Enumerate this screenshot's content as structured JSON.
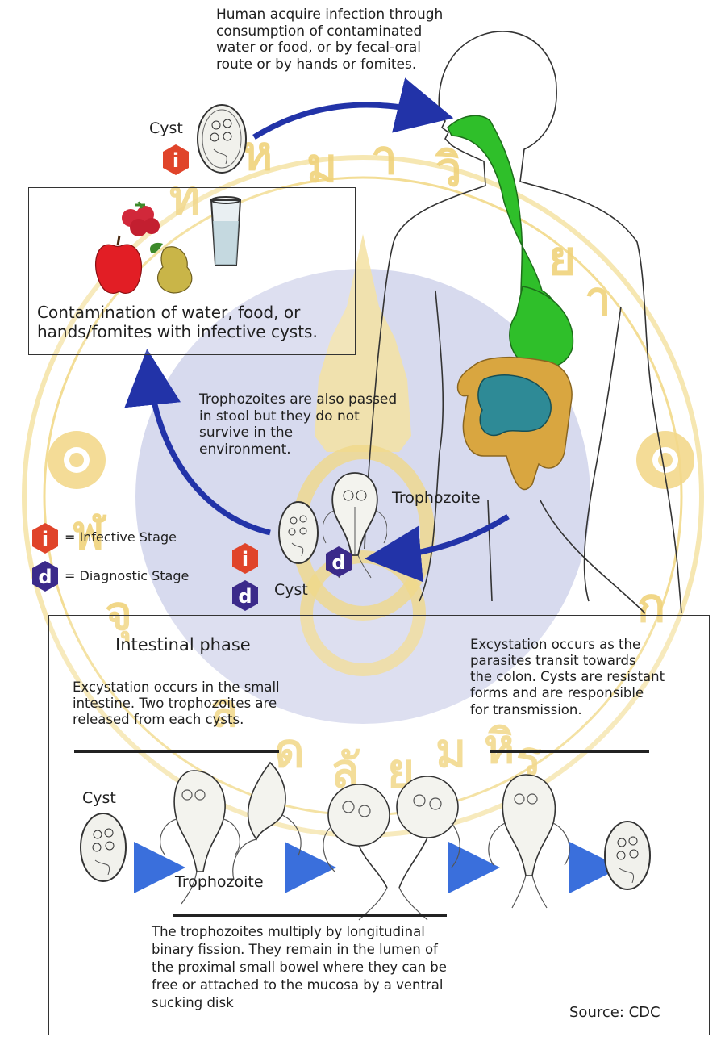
{
  "intro": {
    "line1": "Human acquire infection through",
    "line2": "consumption of contaminated",
    "line3": "water or food, or by fecal-oral",
    "line4": "route or by hands or fomites."
  },
  "top_cyst_label": "Cyst",
  "contamination": {
    "line1": "Contamination of water, food, or",
    "line2": "hands/fomites with infective cysts."
  },
  "troph_passed": {
    "line1": "Trophozoites are also passed",
    "line2": "in stool but they do not",
    "line3": "survive  in the",
    "line4": "environment."
  },
  "trophozoite_label": "Trophozoite",
  "stool_cyst_label": "Cyst",
  "legend": {
    "infective": "= Infective Stage",
    "diagnostic": "= Diagnostic Stage",
    "infective_letter": "i",
    "diagnostic_letter": "d"
  },
  "intestinal": {
    "title": "Intestinal phase",
    "left_line1": "Excystation occurs in the small",
    "left_line2": "intestine. Two trophozoites are",
    "left_line3": "released from each cysts.",
    "right_line1": "Excystation occurs as the",
    "right_line2": "parasites transit towards",
    "right_line3": "the colon. Cysts are resistant",
    "right_line4": "forms and are responsible",
    "right_line5": "for transmission.",
    "cyst_label": "Cyst",
    "troph_label": "Trophozoite",
    "bottom_line1": "The trophozoites multiply by longitudinal",
    "bottom_line2": "binary fission. They remain in the lumen of",
    "bottom_line3": "the proximal small bowel where they can be",
    "bottom_line4": "free or attached to the mucosa by a ventral",
    "bottom_line5": "sucking disk",
    "source": "Source: CDC"
  },
  "watermark_glyphs": [
    "ม",
    "ห",
    "า",
    "วิ",
    "ท",
    "ย",
    "า",
    "ลั",
    "ย",
    "ม",
    "หิ",
    "ด",
    "ล",
    "จุ",
    "ฬ",
    "ก",
    "ร"
  ],
  "colors": {
    "arrow": "#2233a8",
    "esophagus": "#2fbf2a",
    "colon": "#d9a640",
    "small_bowel": "#2e8a96",
    "infective_badge": "#e0442a",
    "diagnostic_badge": "#3b2a8a",
    "watermark_gold": "#f1d98a",
    "watermark_blue": "#c9cde8",
    "small_arrow": "#3a6fdc"
  }
}
